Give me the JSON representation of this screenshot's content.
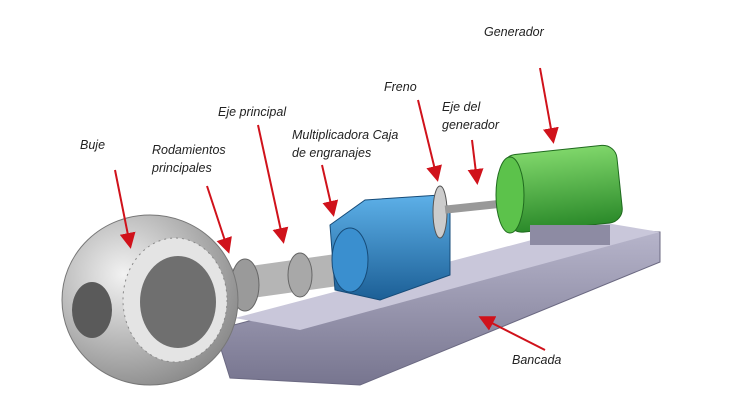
{
  "labels": {
    "generador": "Generador",
    "freno": "Freno",
    "eje_generador_1": "Eje del",
    "eje_generador_2": "generador",
    "eje_principal": "Eje principal",
    "multiplicadora_1": "Multiplicadora Caja",
    "multiplicadora_2": "de engranajes",
    "rodamientos_1": "Rodamientos",
    "rodamientos_2": "principales",
    "buje": "Buje",
    "bancada": "Bancada"
  },
  "colors": {
    "arrow": "#d0121b",
    "gearbox": "#2a7fc0",
    "generator": "#3fae3a",
    "bedplate": "#9a98b0",
    "hub": "#c8c8c8"
  }
}
